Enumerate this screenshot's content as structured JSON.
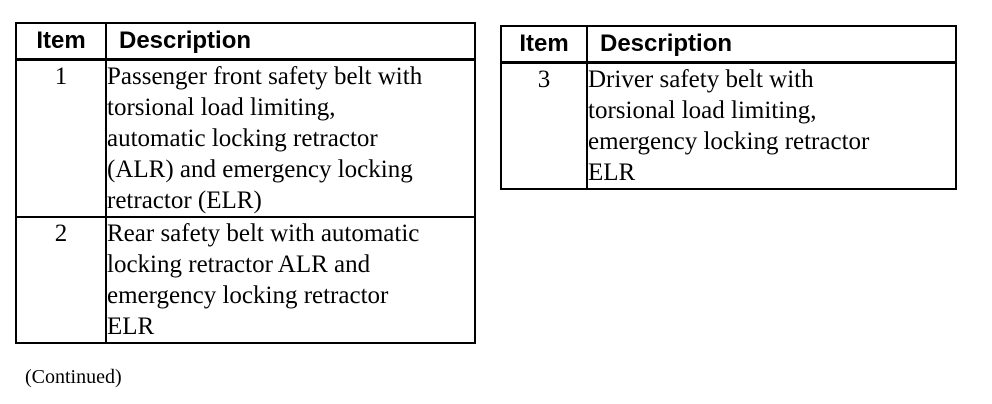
{
  "tables": [
    {
      "headers": {
        "item": "Item",
        "description": "Description"
      },
      "rows": [
        {
          "item": "1",
          "description_lines": [
            "Passenger front safety belt with",
            "torsional load limiting,",
            "automatic locking retractor",
            "(ALR) and emergency locking",
            "retractor (ELR)"
          ]
        },
        {
          "item": "2",
          "description_lines": [
            "Rear safety belt with automatic",
            "locking retractor ALR and",
            "emergency locking retractor",
            "ELR"
          ]
        }
      ]
    },
    {
      "headers": {
        "item": "Item",
        "description": "Description"
      },
      "rows": [
        {
          "item": "3",
          "description_lines": [
            "Driver safety belt with",
            "torsional load limiting,",
            "emergency locking retractor",
            "ELR"
          ]
        }
      ]
    }
  ],
  "footer_note": "(Continued)"
}
